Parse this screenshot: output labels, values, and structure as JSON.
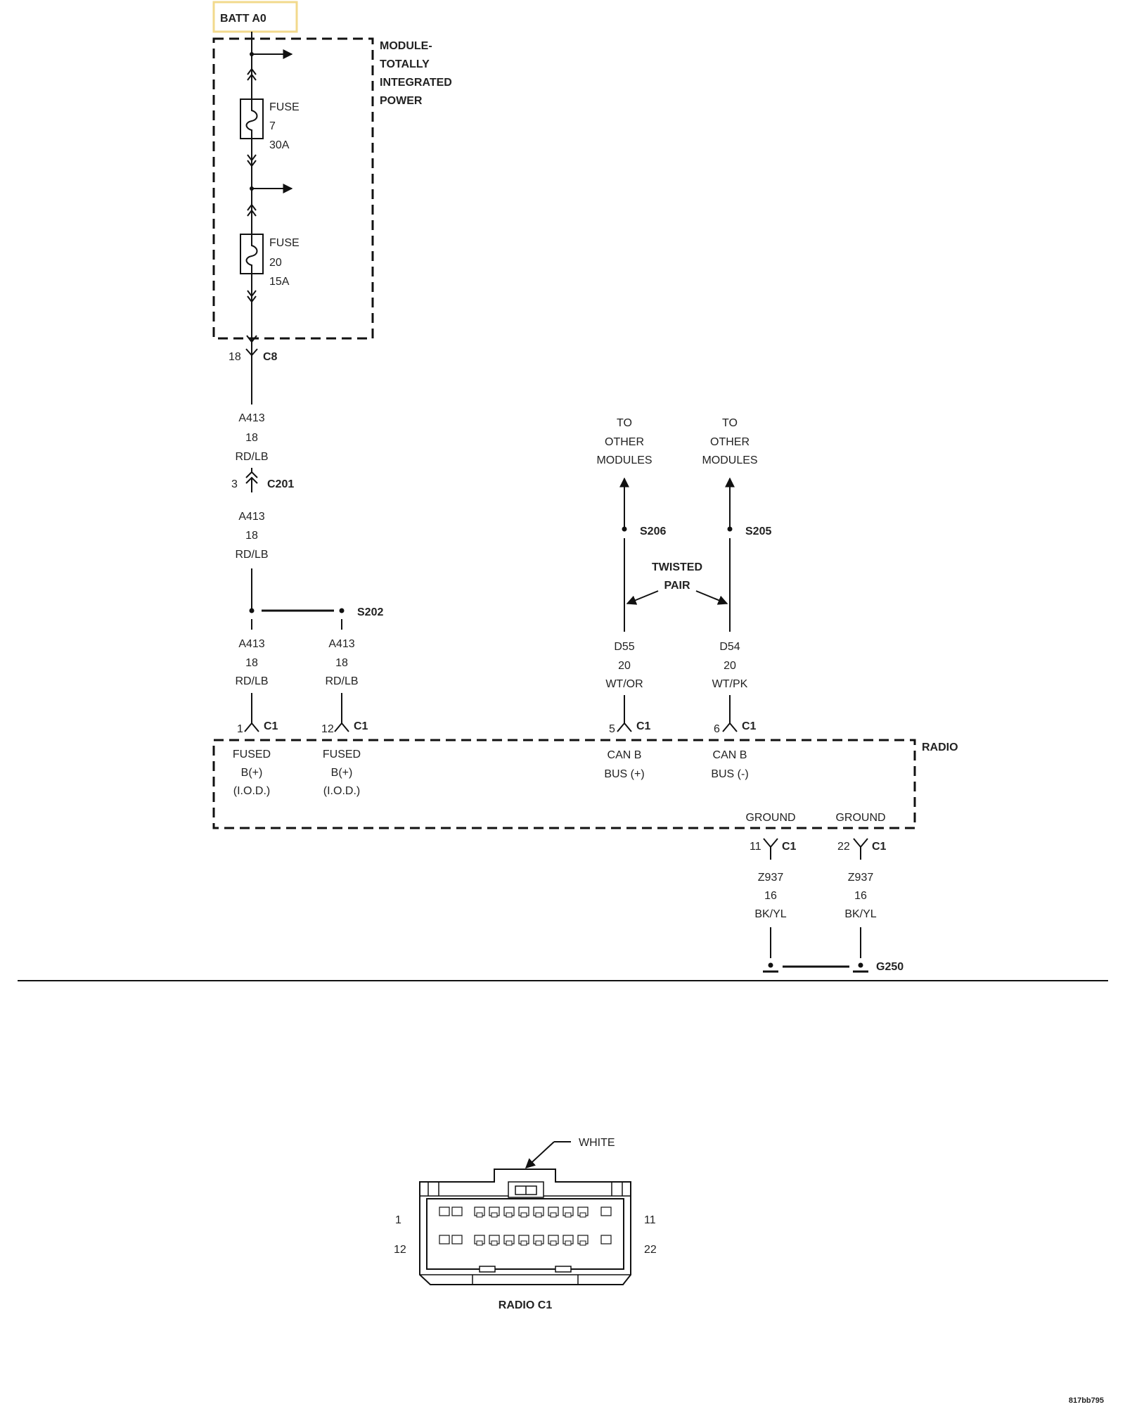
{
  "source_label": "BATT A0",
  "power_module": {
    "title": [
      "MODULE-",
      "TOTALLY",
      "INTEGRATED",
      "POWER"
    ],
    "fuses": [
      {
        "lines": [
          "FUSE",
          "7",
          "30A"
        ]
      },
      {
        "lines": [
          "FUSE",
          "20",
          "15A"
        ]
      }
    ],
    "exit_pin": "18",
    "exit_connector": "C8"
  },
  "feed_wire": {
    "circuit": [
      "A413",
      "18",
      "RD/LB"
    ],
    "inline_pin": "3",
    "inline_connector": "C201",
    "circuit_after": [
      "A413",
      "18",
      "RD/LB"
    ],
    "splice": "S202"
  },
  "branches": [
    {
      "circuit": [
        "A413",
        "18",
        "RD/LB"
      ],
      "pin": "1",
      "connector": "C1",
      "function": [
        "FUSED",
        "B(+)",
        "(I.O.D.)"
      ]
    },
    {
      "circuit": [
        "A413",
        "18",
        "RD/LB"
      ],
      "pin": "12",
      "connector": "C1",
      "function": [
        "FUSED",
        "B(+)",
        "(I.O.D.)"
      ]
    }
  ],
  "can_bus": {
    "destinations": [
      {
        "lines": [
          "TO",
          "OTHER",
          "MODULES"
        ],
        "splice": "S206",
        "circuit": [
          "D55",
          "20",
          "WT/OR"
        ],
        "pin": "5",
        "connector": "C1",
        "function": [
          "CAN B",
          "BUS (+)"
        ]
      },
      {
        "lines": [
          "TO",
          "OTHER",
          "MODULES"
        ],
        "splice": "S205",
        "circuit": [
          "D54",
          "20",
          "WT/PK"
        ],
        "pin": "6",
        "connector": "C1",
        "function": [
          "CAN B",
          "BUS (-)"
        ]
      }
    ],
    "twisted_pair_label": [
      "TWISTED",
      "PAIR"
    ]
  },
  "radio": {
    "label": "RADIO",
    "grounds": [
      {
        "function": "GROUND",
        "pin": "11",
        "connector": "C1",
        "circuit": [
          "Z937",
          "16",
          "BK/YL"
        ]
      },
      {
        "function": "GROUND",
        "pin": "22",
        "connector": "C1",
        "circuit": [
          "Z937",
          "16",
          "BK/YL"
        ]
      }
    ],
    "ground_point": "G250"
  },
  "connector_view": {
    "color_label": "WHITE",
    "pin_labels": {
      "top_left": "1",
      "top_right": "11",
      "bottom_left": "12",
      "bottom_right": "22"
    },
    "caption": "RADIO C1"
  },
  "figure_id": "817bb795"
}
